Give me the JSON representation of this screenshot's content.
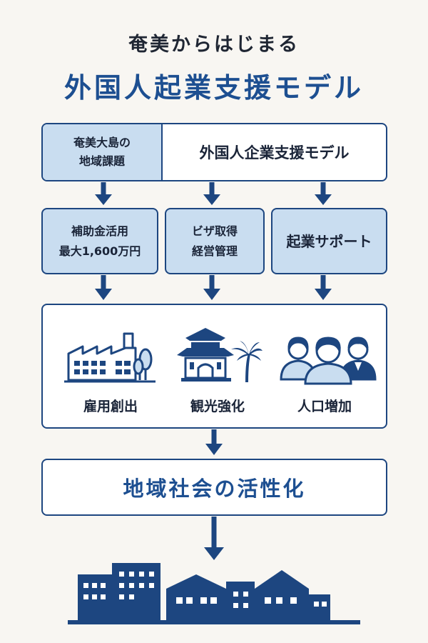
{
  "header": {
    "subtitle": "奄美からはじまる",
    "title": "外国人起業支援モデル"
  },
  "top_row": {
    "left_label": "奄美大島の\n地域課題",
    "right_label": "外国人企業支援モデル"
  },
  "middle_row": [
    {
      "label": "補助金活用\n最大1,600万円"
    },
    {
      "label": "ビザ取得\n経営管理"
    },
    {
      "label": "起業サポート"
    }
  ],
  "impacts": [
    {
      "label": "雇用創出",
      "icon": "factory-icon"
    },
    {
      "label": "観光強化",
      "icon": "palace-palm-icon"
    },
    {
      "label": "人口増加",
      "icon": "people-icon"
    }
  ],
  "result": {
    "label": "地域社会の活性化"
  },
  "colors": {
    "navy": "#1d4680",
    "title_blue": "#1d4f91",
    "light_blue": "#c9ddf0",
    "background": "#f8f6f2"
  }
}
